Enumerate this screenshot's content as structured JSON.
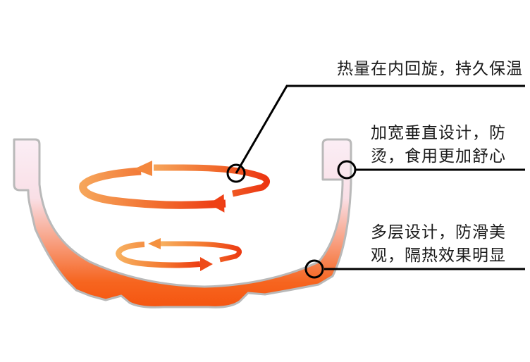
{
  "callouts": [
    {
      "text": "热量在内回旋，持久保温"
    },
    {
      "text": "加宽垂直设计，防烫，食用更加舒心"
    },
    {
      "text": "多层设计，防滑美观，隔热效果明显"
    }
  ],
  "colors": {
    "bowl_top": "#f9e6f0",
    "bowl_mid": "#f7a88a",
    "bowl_bottom": "#f65a14",
    "bowl_outline": "#b8b8b8",
    "arrow_light": "#f7a04a",
    "arrow_dark": "#ee3a12",
    "line": "#000000"
  }
}
